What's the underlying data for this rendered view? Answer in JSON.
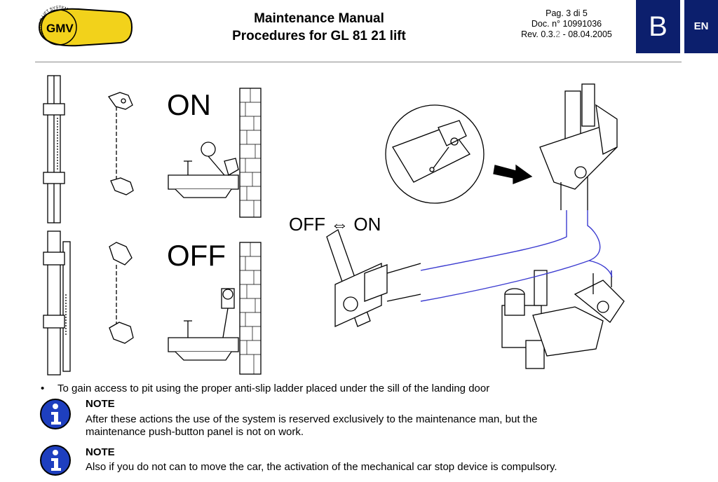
{
  "header": {
    "logo_text": "GMV",
    "logo_arc_text": "HYDRO LIFT SYSTEM",
    "title_line1": "Maintenance Manual",
    "title_line2": "Procedures for GL 81 21 lift",
    "page": "Pag. 3 di 5",
    "doc": "Doc. n° 10991036",
    "rev_a": "Rev. 0.3.",
    "rev_b": "2",
    "rev_c": " - 08.04.2005",
    "section": "B",
    "lang": "EN"
  },
  "figure": {
    "label_on": "ON",
    "label_off": "OFF",
    "label_switch": "OFF ⇔ ON"
  },
  "body": {
    "bullet": "To gain access to pit using the proper anti-slip ladder placed under the sill of the landing door",
    "notes": [
      {
        "title": "NOTE",
        "line1": "After these actions the use of the system is reserved exclusively to the maintenance man, but the",
        "line2": "maintenance push-button panel is not on work."
      },
      {
        "title": "NOTE",
        "line1": "Also if you do not can to move the car, the activation of the mechanical car stop device is compulsory."
      }
    ]
  },
  "colors": {
    "brand_blue": "#0c1f6d",
    "logo_yellow": "#f2d21b",
    "cable_blue": "#3b3bd0",
    "info_blue": "#1e3fbf"
  }
}
